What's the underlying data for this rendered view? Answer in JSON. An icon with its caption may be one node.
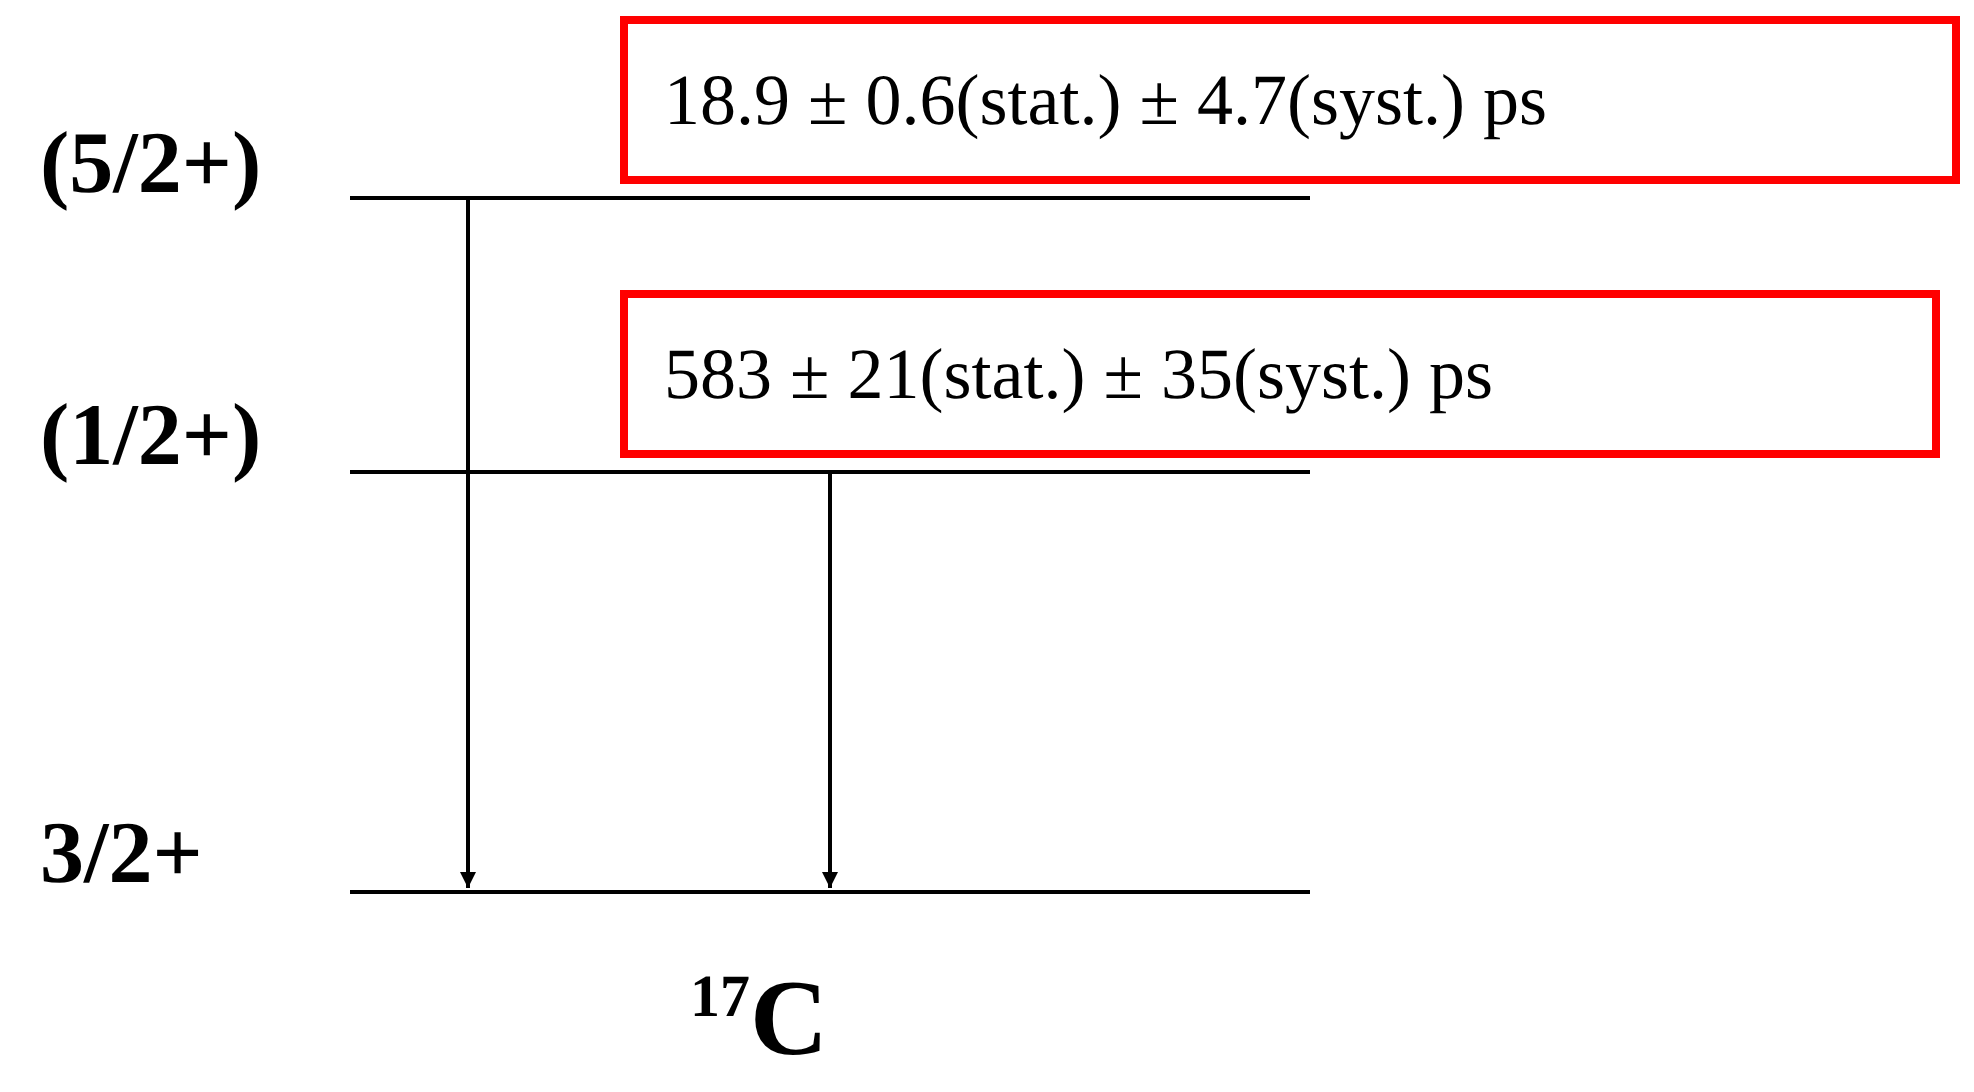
{
  "diagram": {
    "nodes": [
      {
        "text": [
          "18.9 ± 0.6(stat.) ± 4.7(syst.) ps"
        ]
      },
      {
        "text": [
          "(5/2+)"
        ]
      },
      {
        "text": [
          "583 ± 21(stat.) ± 35(syst.) ps"
        ]
      },
      {
        "text": [
          "(1/2+)"
        ]
      },
      {
        "text": [
          "3/2+"
        ]
      }
    ],
    "edges": [
      {
        "from": 1,
        "to": 4,
        "arrow": "to"
      },
      {
        "from": 3,
        "to": 4,
        "arrow": "to"
      }
    ],
    "labels": [
      "$^{17}$C"
    ]
  }
}
